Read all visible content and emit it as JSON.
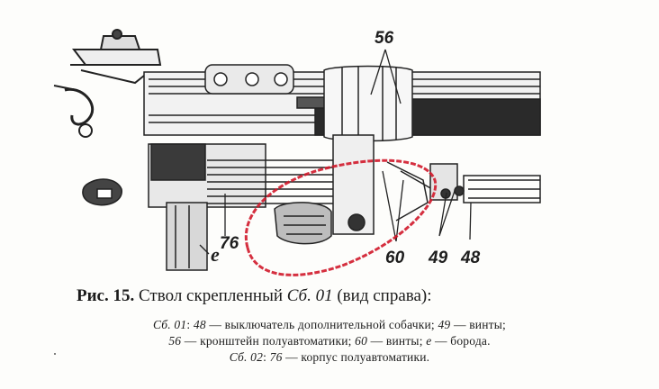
{
  "figure": {
    "callouts": {
      "c56": "56",
      "c60": "60",
      "c49": "49",
      "c48": "48",
      "c76": "76",
      "ce": "e"
    }
  },
  "caption": {
    "title_prefix": "Рис. 15.",
    "title_text": "Ствол скрепленный",
    "title_model": "Сб. 01",
    "title_suffix": "(вид справа):",
    "line1_a": "Сб. 01",
    "line1_b": ": ",
    "line1_n48": "48",
    "line1_t48": " — выключатель дополнительной собачки; ",
    "line1_n49": "49",
    "line1_t49": " — винты;",
    "line2_n56": "56",
    "line2_t56": " — кронштейн полуавтоматики; ",
    "line2_n60": "60",
    "line2_t60": " — винты; ",
    "line2_ne": "е",
    "line2_te": " — борода.",
    "line3_a": "Сб. 02",
    "line3_b": ": ",
    "line3_n76": "76",
    "line3_t76": " — корпус полуавтоматики."
  }
}
